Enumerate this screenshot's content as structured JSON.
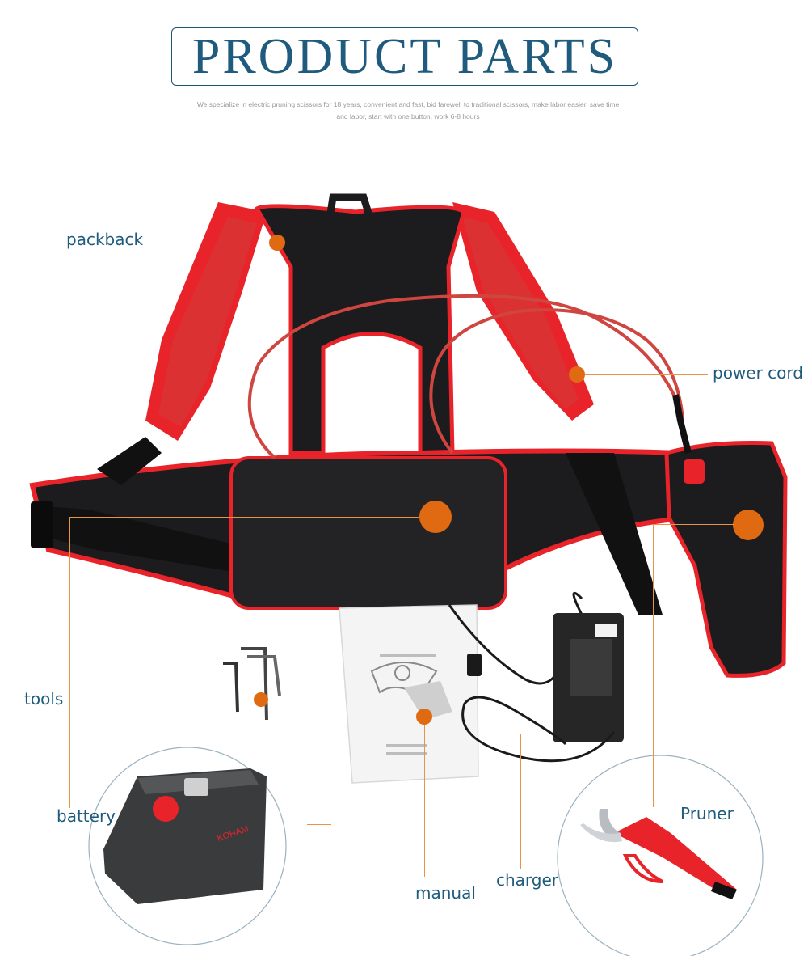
{
  "header": {
    "title": "PRODUCT PARTS",
    "subtitle_line1": "We specialize in electric pruning scissors for 18 years, convenient and fast, bid farewell to traditional scissors, make labor easier, save time",
    "subtitle_line2": "and labor, start with one button, work 6-8 hours"
  },
  "labels": {
    "packback": "packback",
    "power_cord": "power cord",
    "tools": "tools",
    "battery": "battery",
    "manual": "manual",
    "charger": "charger",
    "pruner": "Pruner"
  },
  "battery_brand": "KOHAM",
  "colors": {
    "title": "#1f5b7d",
    "leader_line": "#e8924a",
    "marker": "#e06a12",
    "strap_red": "#e8232a",
    "bag_black": "#1c1c1e"
  }
}
